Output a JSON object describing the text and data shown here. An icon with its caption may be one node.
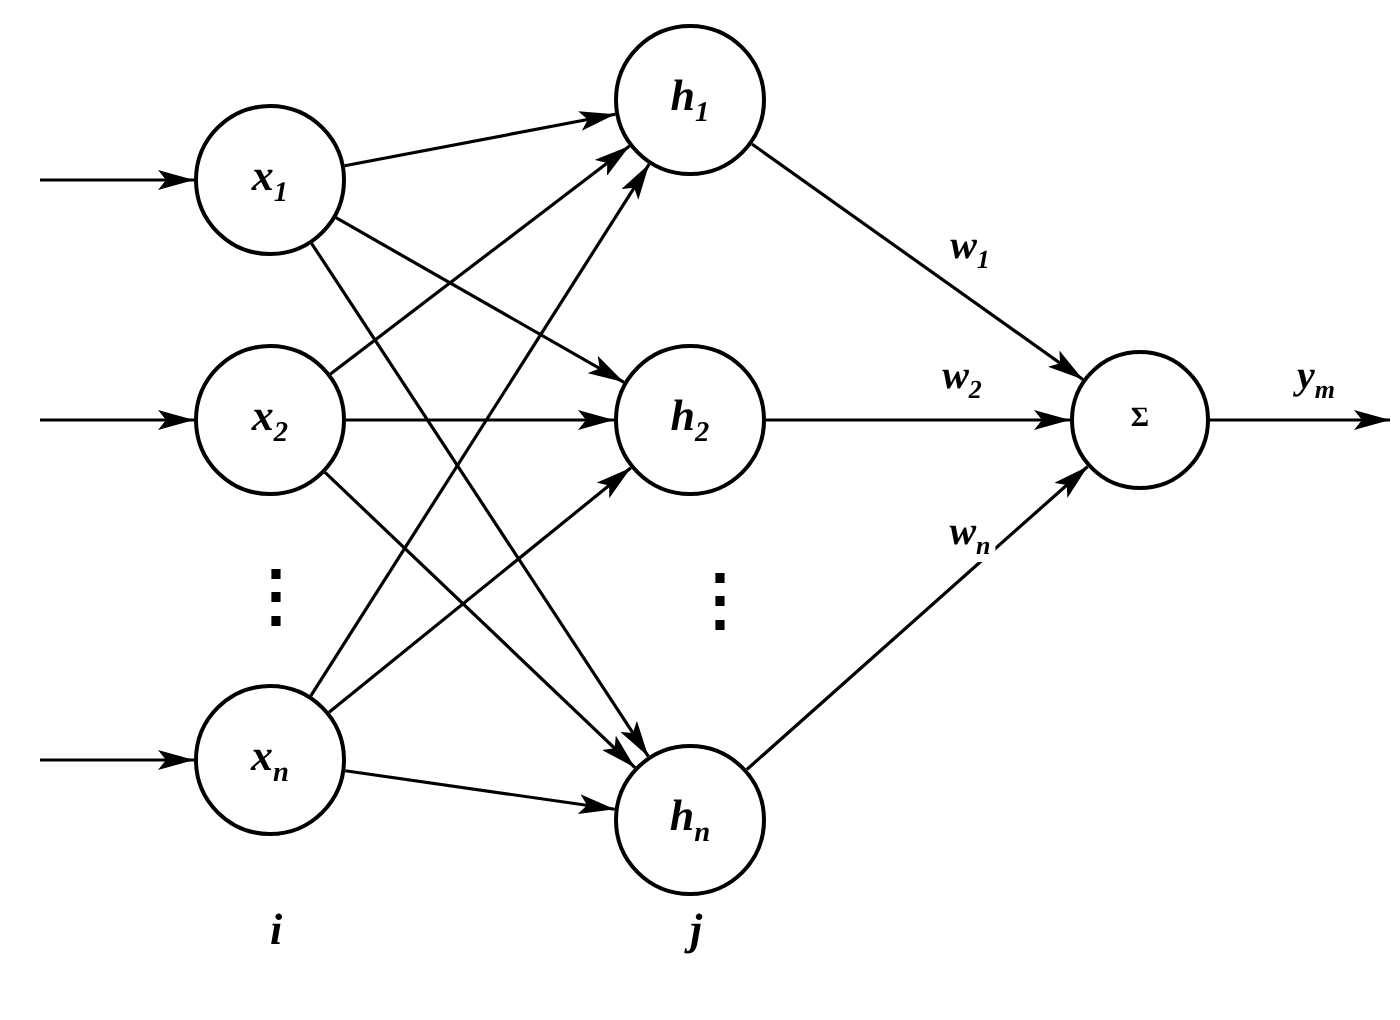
{
  "diagram": {
    "nodes": [
      {
        "text": [
          "x$_{1}$"
        ]
      },
      {
        "text": [
          "x$_{2}$"
        ]
      },
      {
        "text": [
          "x$_{n}$"
        ]
      },
      {
        "text": [
          "h$_{1}$"
        ]
      },
      {
        "text": [
          "h$_{2}$"
        ]
      },
      {
        "text": [
          "h$_{n}$"
        ]
      },
      {
        "text": [
          "Σ"
        ]
      }
    ],
    "edges": [
      {
        "from": null,
        "to": 0,
        "arrow": "to"
      },
      {
        "from": null,
        "to": 1,
        "arrow": "to"
      },
      {
        "from": null,
        "to": 2,
        "arrow": "to"
      },
      {
        "from": 0,
        "to": 3,
        "arrow": "to"
      },
      {
        "from": 0,
        "to": 4,
        "arrow": "to"
      },
      {
        "from": 0,
        "to": 5,
        "arrow": "to"
      },
      {
        "from": 1,
        "to": 3,
        "arrow": "to"
      },
      {
        "from": 1,
        "to": 4,
        "arrow": "to"
      },
      {
        "from": 1,
        "to": 5,
        "arrow": "to"
      },
      {
        "from": 2,
        "to": 3,
        "arrow": "to"
      },
      {
        "from": 2,
        "to": 4,
        "arrow": "to"
      },
      {
        "from": 2,
        "to": 5,
        "arrow": "to"
      },
      {
        "from": 3,
        "to": 6,
        "arrow": "to",
        "label": "w$_{1}$"
      },
      {
        "from": 4,
        "to": 6,
        "arrow": "to",
        "label": "w$_{2}$"
      },
      {
        "from": 5,
        "to": 6,
        "arrow": "to",
        "label": "w$_{n}$"
      },
      {
        "from": 6,
        "to": null,
        "arrow": "to",
        "label": "y$_{m}$"
      }
    ],
    "labels": [
      "⋮",
      "⋮",
      "i",
      "j"
    ]
  }
}
